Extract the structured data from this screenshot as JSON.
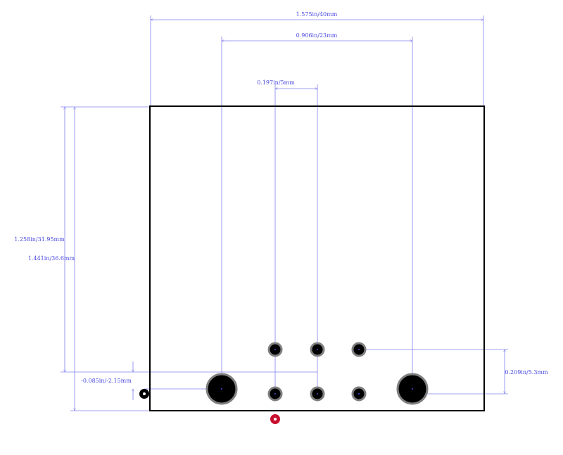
{
  "colors": {
    "dimension": "#8080ee",
    "dimension_text": "#4a4ae0",
    "outline": "#000000",
    "pad_ring": "#7f7f7f",
    "pad_fill": "#000000",
    "pin1_marker": "#c8102e",
    "origin_marker": "#000000"
  },
  "dimensions": {
    "overall_width": "1.575in/40mm",
    "mount_hole_spacing": "0.906in/23mm",
    "pin_pitch": "0.197in/5mm",
    "body_height": "1.258in/31.95mm",
    "overall_height": "1.441in/36.6mm",
    "origin_offset": "-0.085in/-2.15mm",
    "row_spacing": "0.209in/5.3mm"
  },
  "icons": {
    "pin1": "pin-1-marker-icon",
    "origin": "origin-marker-icon"
  }
}
